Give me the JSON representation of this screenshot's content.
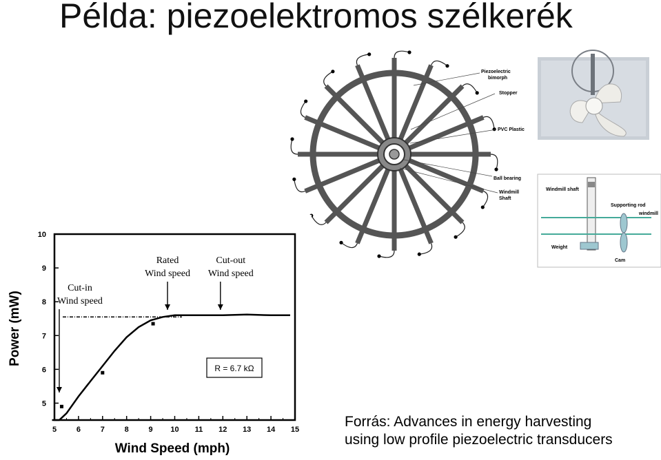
{
  "slide": {
    "title": "Példa: piezoelektromos szélkerék",
    "source_line1": "Forrás: Advances in energy harvesting",
    "source_line2": "using low profile piezoelectric transducers"
  },
  "windmill_diagram": {
    "labels": {
      "piezo": "Piezoelectric",
      "piezo2": "bimorph",
      "stopper": "Stopper",
      "pvc": "PVC Plastic",
      "bearing": "Ball bearing",
      "shaft": "Windmill",
      "shaft2": "Shaft"
    },
    "side_labels": {
      "windmill_shaft": "Windmill shaft",
      "supporting_rod": "Supporting rod",
      "windmill": "windmill",
      "weight": "Weight",
      "cam": "Cam"
    }
  },
  "chart_data": {
    "type": "line",
    "xlabel": "Wind Speed (mph)",
    "ylabel": "Power (mW)",
    "xlim": [
      5,
      15
    ],
    "ylim": [
      4.5,
      10
    ],
    "x_ticks": [
      "5",
      "6",
      "7",
      "8",
      "9",
      "10",
      "11",
      "12",
      "13",
      "14",
      "15"
    ],
    "y_ticks": [
      "5",
      "6",
      "7",
      "8",
      "9",
      "10"
    ],
    "series": [
      {
        "x": [
          4.9,
          5.2,
          5.5,
          6.0,
          6.5,
          7.0,
          7.5,
          8.0,
          8.5,
          9.0,
          9.5,
          10.0,
          10.5,
          11.0,
          12.0,
          13.0,
          14.0,
          14.8
        ],
        "y": [
          4.5,
          4.5,
          4.7,
          5.2,
          5.65,
          6.1,
          6.55,
          6.95,
          7.25,
          7.45,
          7.55,
          7.6,
          7.6,
          7.6,
          7.6,
          7.62,
          7.6,
          7.6
        ]
      }
    ],
    "measured_points": {
      "x": [
        5.3,
        7.0,
        9.1
      ],
      "y": [
        4.9,
        5.9,
        7.35
      ]
    },
    "rated_power_line": 7.55,
    "annotations": [
      {
        "line1": "Cut-in",
        "line2": "Wind speed",
        "x": 5.2
      },
      {
        "line1": "Rated",
        "line2": "Wind speed",
        "x": 9.7
      },
      {
        "line1": "Cut-out",
        "line2": "Wind speed",
        "x": 11.9
      }
    ],
    "legend_text": "R = 6.7 kΩ",
    "grid": false
  }
}
